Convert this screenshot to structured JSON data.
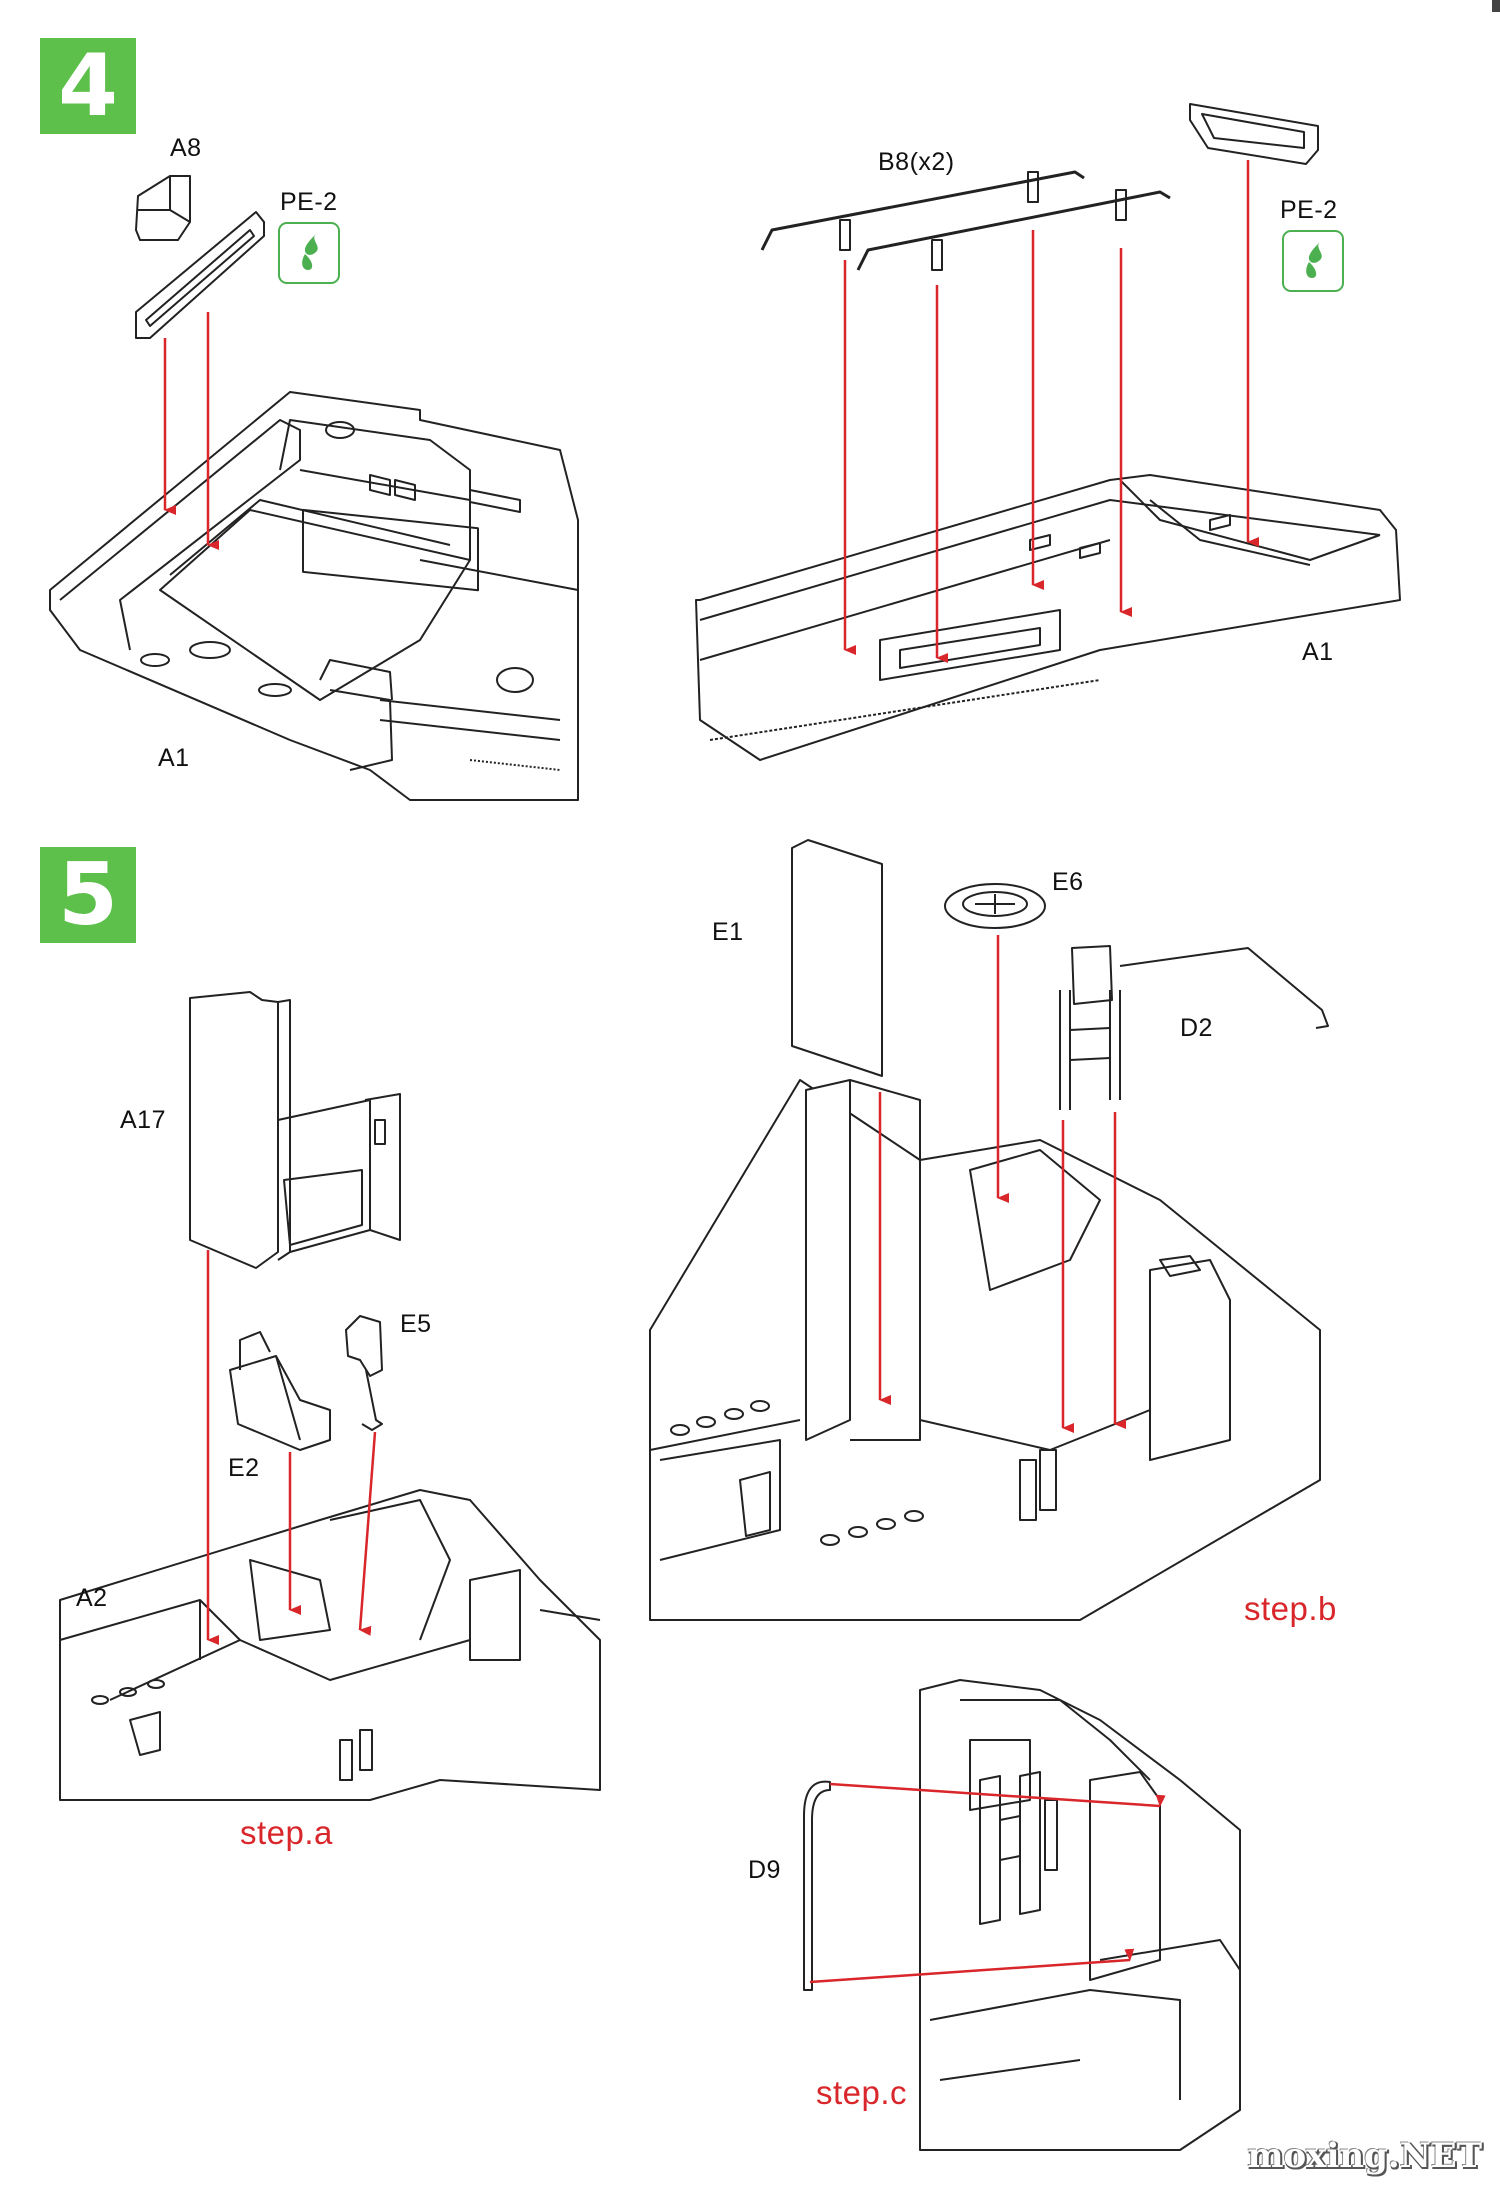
{
  "steps": [
    {
      "number": "4",
      "color": "#5cc04a"
    },
    {
      "number": "5",
      "color": "#5cc04a"
    }
  ],
  "step4": {
    "left": {
      "part_a8": "A8",
      "part_pe2": "PE-2",
      "base": "A1"
    },
    "right": {
      "part_b8": "B8(x2)",
      "part_pe2": "PE-2",
      "base": "A1"
    }
  },
  "step5": {
    "a": {
      "part_a17": "A17",
      "part_e5": "E5",
      "part_e2": "E2",
      "base": "A2",
      "caption": "step.a"
    },
    "b": {
      "part_e1": "E1",
      "part_e6": "E6",
      "part_d2": "D2",
      "caption": "step.b"
    },
    "c": {
      "part_d9": "D9",
      "caption": "step.c"
    }
  },
  "icons": {
    "pe_glue": "glue-drop-icon"
  },
  "colors": {
    "arrow": "#d9262a",
    "badge": "#5cc04a",
    "line": "#222222"
  },
  "watermark": "moxing.NET"
}
